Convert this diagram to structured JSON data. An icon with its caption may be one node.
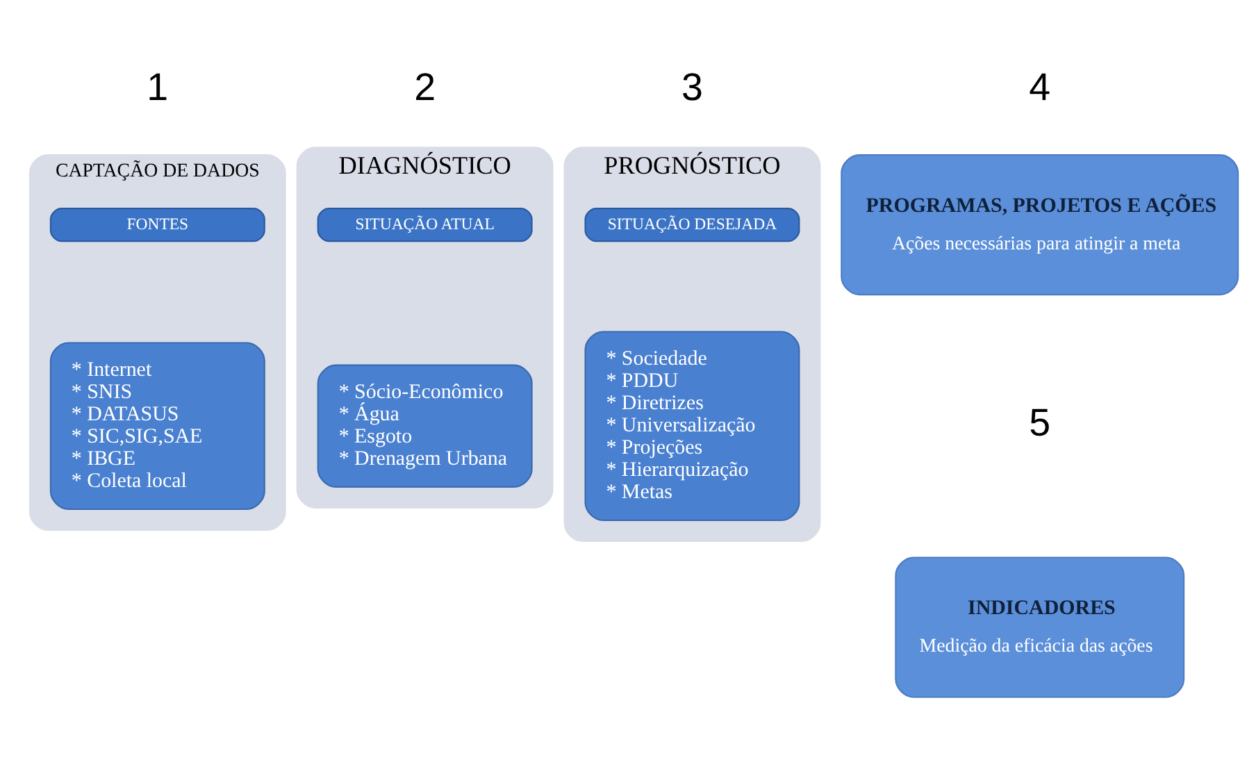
{
  "diagram": {
    "nodes": [
      {
        "text": [
          "CAPTAÇÃO DE DADOS"
        ]
      },
      {
        "text": [
          "FONTES"
        ],
        "in": 0
      },
      {
        "text": [
          "* Internet",
          "* SNIS",
          "* DATASUS",
          "* SIC,SIG,SAE",
          "* IBGE",
          "* Coleta local"
        ],
        "in": 0
      },
      {
        "text": [
          "DIAGNÓSTICO"
        ]
      },
      {
        "text": [
          "SITUAÇÃO ATUAL"
        ],
        "in": 3
      },
      {
        "text": [
          "* Sócio-Econômico",
          "* Água",
          "* Esgoto",
          "* Drenagem Urbana"
        ],
        "in": 3
      },
      {
        "text": [
          "PROGNÓSTICO"
        ]
      },
      {
        "text": [
          "SITUAÇÃO DESEJADA"
        ],
        "in": 6
      },
      {
        "text": [
          "* Sociedade",
          "* PDDU",
          "* Diretrizes",
          "* Universalização",
          "* Projeções",
          "* Hierarquização",
          "* Metas"
        ],
        "in": 6
      },
      {
        "text": [
          "PROGRAMAS, PROJETOS E AÇÕES",
          "Ações necessárias para atingir a meta"
        ]
      },
      {
        "text": [
          "INDICADORES",
          "Medição da eficácia das ações"
        ]
      }
    ],
    "labels": [
      "1",
      "2",
      "3",
      "4",
      "5"
    ]
  }
}
